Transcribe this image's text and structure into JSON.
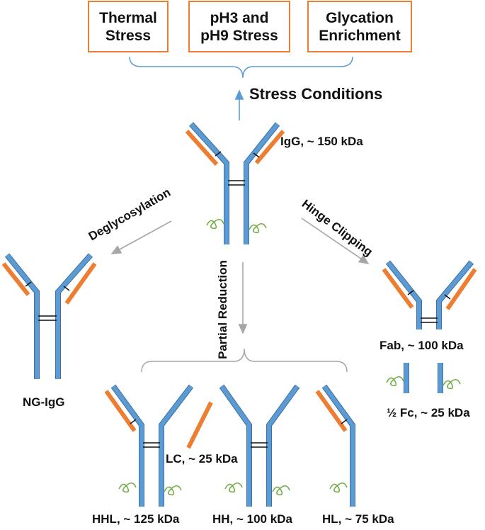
{
  "stress_boxes": [
    {
      "line1": "Thermal",
      "line2": "Stress"
    },
    {
      "line1": "pH3 and",
      "line2": "pH9 Stress"
    },
    {
      "line1": "Glycation",
      "line2": "Enrichment"
    }
  ],
  "stress_conditions": "Stress Conditions",
  "igg_label": "IgG, ~ 150 kDa",
  "deglycosylation": "Deglycosylation",
  "hinge_clipping": "Hinge Clipping",
  "partial_reduction": "Partial Reduction",
  "ng_igg": "NG-IgG",
  "fab_label": "Fab, ~ 100 kDa",
  "half_fc_label": "½ Fc, ~ 25 kDa",
  "lc_label": "LC, ~ 25 kDa",
  "hhl_label": "HHL, ~ 125 kDa",
  "hh_label": "HH, ~ 100 kDa",
  "hl_label": "HL, ~ 75 kDa",
  "colors": {
    "heavy": "#5B9BD5",
    "heavy_edge": "#41719C",
    "light": "#ED7D31",
    "glycan": "#70AD47",
    "arrow": "#A6A6A6",
    "stress_arrow": "#5B9BD5",
    "bracket": "#A6A6A6"
  }
}
